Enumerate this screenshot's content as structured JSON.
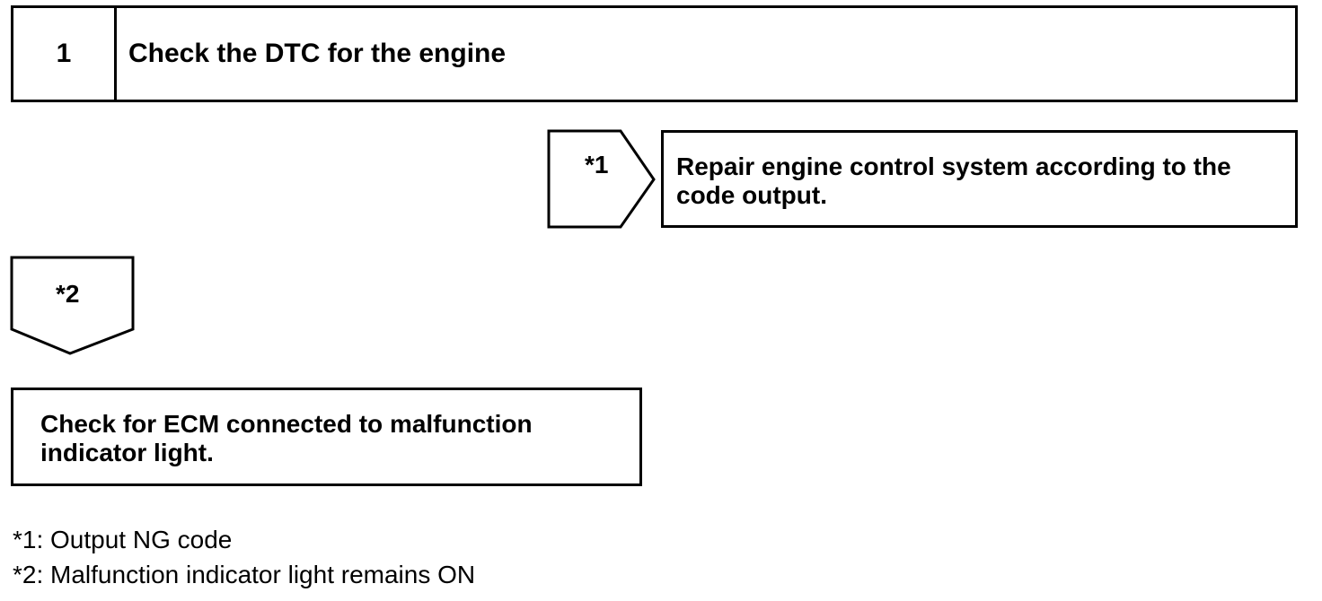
{
  "step": {
    "number": "1",
    "title": "Check the DTC for the engine"
  },
  "branch_right": {
    "marker": "*1",
    "result_text": "Repair engine control system according to the code output."
  },
  "branch_down": {
    "marker": "*2",
    "result_text": "Check for ECM connected to malfunction indicator light."
  },
  "notes": [
    "*1: Output NG code",
    "*2: Malfunction indicator light remains ON"
  ]
}
